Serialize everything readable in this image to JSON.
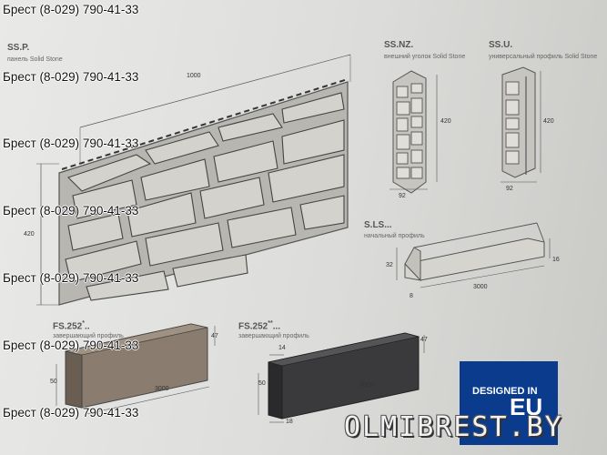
{
  "products": {
    "ssp": {
      "code": "SS.P.",
      "desc": "панель Solid Stone",
      "width": "1000",
      "height": "420"
    },
    "ssnz": {
      "code": "SS.NZ.",
      "desc": "внешний уголок Solid Stone",
      "height": "420",
      "width": "92"
    },
    "ssu": {
      "code": "SS.U.",
      "desc": "универсальный профиль Solid Stone",
      "height": "420",
      "width": "92"
    },
    "sls": {
      "code": "S.LS...",
      "desc": "начальный профиль",
      "left_h": "32",
      "right_h": "16",
      "base": "8",
      "length": "3000"
    },
    "fs252a": {
      "code": "FS.252",
      "sup": "*",
      "trail": "..",
      "desc": "завершающий профиль",
      "top": "47",
      "side": "50",
      "length": "3000"
    },
    "fs252b": {
      "code": "FS.252",
      "sup": "**",
      "trail": "...",
      "desc": "завершающий профиль",
      "top": "47",
      "w": "14",
      "side": "50",
      "length": "3000",
      "bottom": "18"
    }
  },
  "watermark": "Брест (8-029) 790-41-33",
  "site": "OLMIBREST.BY",
  "badge": {
    "line1": "DESIGNED IN",
    "line2": "EU"
  },
  "colors": {
    "eu_blue": "#0a3b8c",
    "eu_star": "#f5c400",
    "fs_brown": "#8a7c6e",
    "fs_dark": "#3a3a3c"
  }
}
